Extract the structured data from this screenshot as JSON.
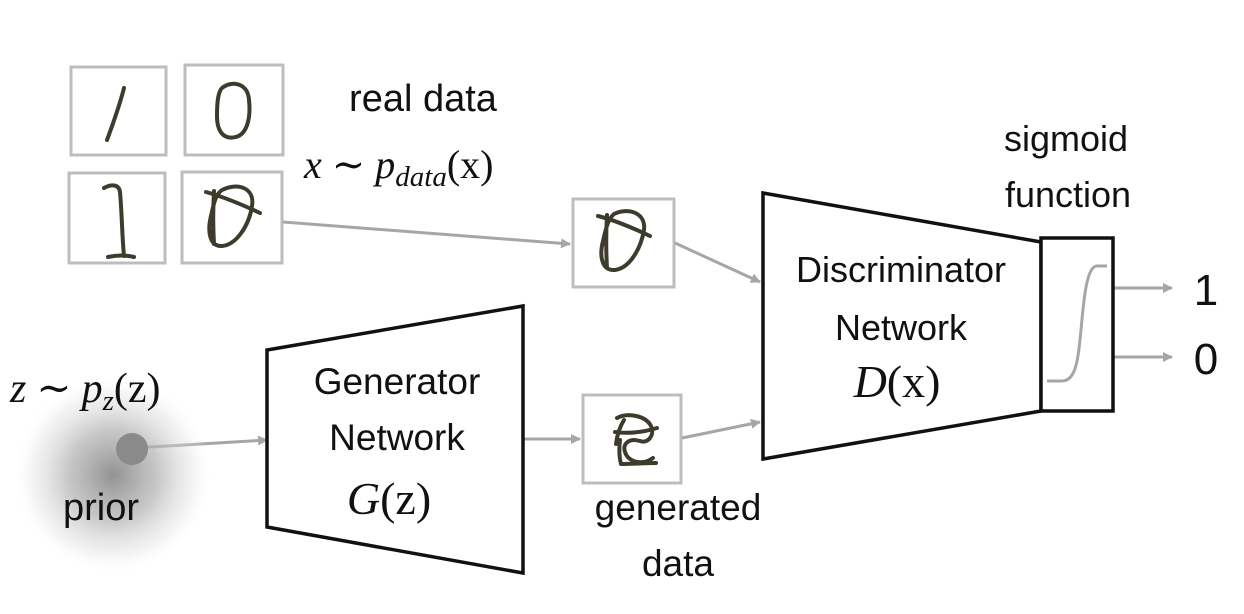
{
  "real_data": {
    "label": "real data",
    "formula": {
      "var": "x",
      "rel": "∼",
      "p": "p",
      "sub": "data",
      "arg": "(x)"
    }
  },
  "sigmoid": {
    "line1": "sigmoid",
    "line2": "function"
  },
  "discriminator": {
    "line1": "Discriminator",
    "line2": "Network",
    "formula": {
      "f": "D",
      "arg": "(x)"
    }
  },
  "generator": {
    "line1": "Generator",
    "line2": "Network",
    "formula": {
      "f": "G",
      "arg": "(z)"
    }
  },
  "prior": {
    "label": "prior",
    "formula": {
      "var": "z",
      "rel": "∼",
      "p": "p",
      "sub": "z",
      "arg": "(z)"
    }
  },
  "generated": {
    "line1": "generated",
    "line2": "data"
  },
  "outputs": {
    "top": "1",
    "bottom": "0"
  },
  "colors": {
    "arrow": "#a6a6a6",
    "thumb_border": "#bdbdbd",
    "handwriting": "#3d3b2c",
    "prior_dot": "#8a8a8a",
    "text": "#111111"
  }
}
